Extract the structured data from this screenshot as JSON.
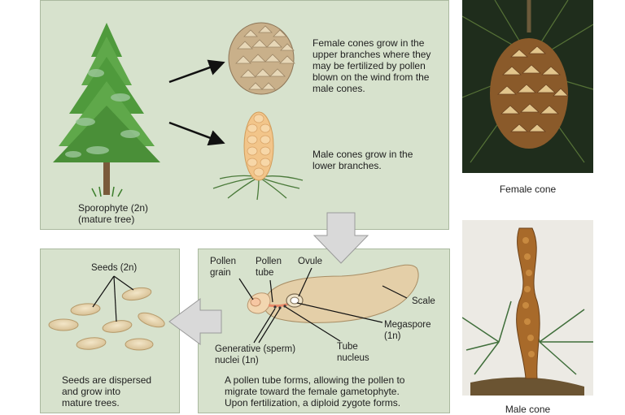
{
  "top_panel": {
    "female_text": "Female cones grow in the\nupper branches where they\nmay be fertilized by pollen\nblown on the wind from the\nmale cones.",
    "male_text": "Male cones grow in the\nlower branches.",
    "sporophyte_label": "Sporophyte (2n)\n(mature tree)"
  },
  "pollen_panel": {
    "pollen_grain_label": "Pollen\ngrain",
    "pollen_tube_label": "Pollen\ntube",
    "ovule_label": "Ovule",
    "scale_label": "Scale",
    "megaspore_label": "Megaspore\n(1n)",
    "generative_label": "Generative (sperm)\nnuclei (1n)",
    "tube_nucleus_label": "Tube\nnucleus",
    "description": "A pollen tube forms, allowing the pollen to\nmigrate toward the female gametophyte.\nUpon fertilization, a diploid zygote forms."
  },
  "seeds_panel": {
    "seeds_label": "Seeds (2n)",
    "description": "Seeds are dispersed\nand grow into\nmature trees."
  },
  "photos": {
    "female_caption": "Female cone",
    "male_caption": "Male cone"
  },
  "colors": {
    "panel_fill": "#d7e2cd",
    "arrow_fill": "#d9d9d9"
  }
}
